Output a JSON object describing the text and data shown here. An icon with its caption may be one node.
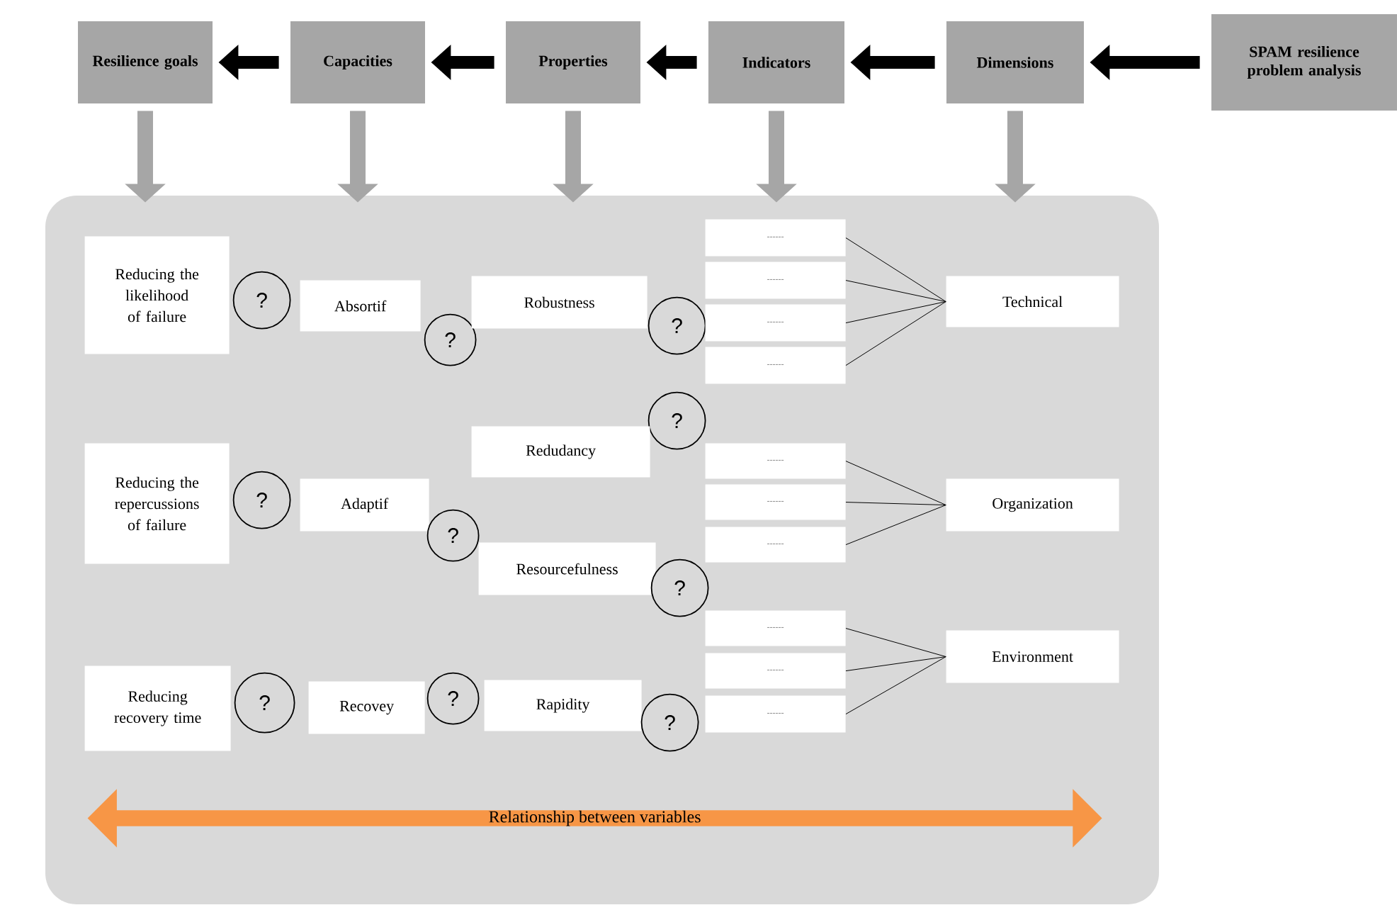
{
  "diagram": {
    "nodes": [
      {
        "text": [
          "Resilience goals"
        ]
      },
      {
        "text": [
          "Capacities"
        ]
      },
      {
        "text": [
          "Properties"
        ]
      },
      {
        "text": [
          "Indicators"
        ]
      },
      {
        "text": [
          "Dimensions"
        ]
      },
      {
        "text": [
          "SPAM resilience problem analysis"
        ]
      },
      {
        "text": [],
        "shape": "box"
      },
      {
        "text": [
          "Reducing the likelihood of failure"
        ],
        "in": 6
      },
      {
        "text": [
          "?"
        ],
        "in": 6
      },
      {
        "text": [
          "Absortif"
        ],
        "in": 6
      },
      {
        "text": [
          "?"
        ],
        "in": 6
      },
      {
        "text": [
          "Robustness"
        ],
        "in": 6
      },
      {
        "text": [
          "?"
        ],
        "in": 6
      },
      {
        "text": [
          "?"
        ],
        "in": 6
      },
      {
        "text": [
          "Reducing the repercussions of failure"
        ],
        "in": 6
      },
      {
        "text": [
          "?"
        ],
        "in": 6
      },
      {
        "text": [
          "Adaptif"
        ],
        "in": 6
      },
      {
        "text": [
          "?"
        ],
        "in": 6
      },
      {
        "text": [
          "Redudancy"
        ],
        "in": 6
      },
      {
        "text": [
          "Resourcefulness"
        ],
        "in": 6
      },
      {
        "text": [
          "?"
        ],
        "in": 6
      },
      {
        "text": [
          "Reducing recovery time"
        ],
        "in": 6
      },
      {
        "text": [
          "?"
        ],
        "in": 6
      },
      {
        "text": [
          "Recovey"
        ],
        "in": 6
      },
      {
        "text": [
          "?"
        ],
        "in": 6
      },
      {
        "text": [
          "Rapidity"
        ],
        "in": 6
      },
      {
        "text": [
          "?"
        ],
        "in": 6
      },
      {
        "text": [
          "------"
        ],
        "in": 6
      },
      {
        "text": [
          "------"
        ],
        "in": 6
      },
      {
        "text": [
          "------"
        ],
        "in": 6
      },
      {
        "text": [
          "------"
        ],
        "in": 6
      },
      {
        "text": [
          "------"
        ],
        "in": 6
      },
      {
        "text": [
          "------"
        ],
        "in": 6
      },
      {
        "text": [
          "------"
        ],
        "in": 6
      },
      {
        "text": [
          "------"
        ],
        "in": 6
      },
      {
        "text": [
          "------"
        ],
        "in": 6
      },
      {
        "text": [
          "------"
        ],
        "in": 6
      },
      {
        "text": [
          "Technical"
        ],
        "in": 6
      },
      {
        "text": [
          "Organization"
        ],
        "in": 6
      },
      {
        "text": [
          "Environment"
        ],
        "in": 6
      },
      {
        "text": [
          "Relationship between variables"
        ],
        "in": 6
      }
    ],
    "edges": [
      {
        "from": 5,
        "to": 4,
        "arrow": "to",
        "style": "thick"
      },
      {
        "from": 4,
        "to": 3,
        "arrow": "to",
        "style": "thick"
      },
      {
        "from": 3,
        "to": 2,
        "arrow": "to",
        "style": "thick"
      },
      {
        "from": 2,
        "to": 1,
        "arrow": "to",
        "style": "thick"
      },
      {
        "from": 1,
        "to": 0,
        "arrow": "to",
        "style": "thick"
      },
      {
        "from": 0,
        "to": 6,
        "arrow": "to",
        "style": "thick",
        "color": "#a6a6a6"
      },
      {
        "from": 1,
        "to": 6,
        "arrow": "to",
        "style": "thick",
        "color": "#a6a6a6"
      },
      {
        "from": 2,
        "to": 6,
        "arrow": "to",
        "style": "thick",
        "color": "#a6a6a6"
      },
      {
        "from": 3,
        "to": 6,
        "arrow": "to",
        "style": "thick",
        "color": "#a6a6a6"
      },
      {
        "from": 4,
        "to": 6,
        "arrow": "to",
        "style": "thick",
        "color": "#a6a6a6"
      },
      {
        "from": 27,
        "to": 37,
        "arrow": "none"
      },
      {
        "from": 28,
        "to": 37,
        "arrow": "none"
      },
      {
        "from": 29,
        "to": 37,
        "arrow": "none"
      },
      {
        "from": 30,
        "to": 37,
        "arrow": "none"
      },
      {
        "from": 31,
        "to": 38,
        "arrow": "none"
      },
      {
        "from": 32,
        "to": 38,
        "arrow": "none"
      },
      {
        "from": 33,
        "to": 38,
        "arrow": "none"
      },
      {
        "from": 34,
        "to": 39,
        "arrow": "none"
      },
      {
        "from": 35,
        "to": 39,
        "arrow": "none"
      },
      {
        "from": 36,
        "to": 39,
        "arrow": "none"
      }
    ]
  }
}
